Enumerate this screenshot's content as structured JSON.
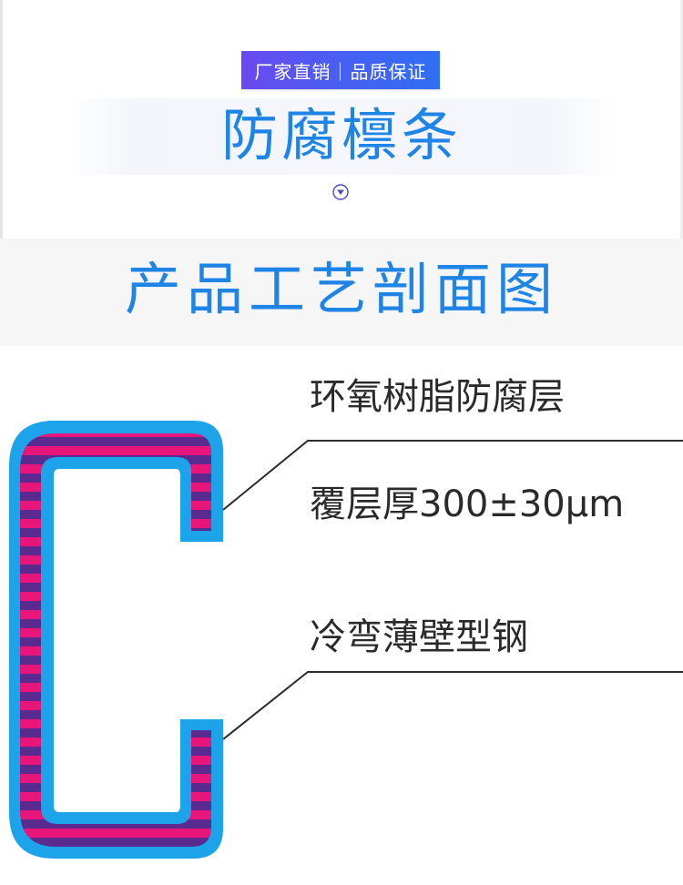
{
  "header": {
    "badge_text": "厂家直销｜品质保证",
    "title": "防腐檩条",
    "down_icon": "chevron-down-circle-icon"
  },
  "section": {
    "title": "产品工艺剖面图"
  },
  "diagram": {
    "labels": [
      "环氧树脂防腐层",
      "覆层厚300±30μm",
      "冷弯薄壁型钢"
    ],
    "colors": {
      "coating": "#1da3ea",
      "stripe_magenta": "#e8157b",
      "stripe_purple": "#5b2a8e",
      "line": "#2b2b2b",
      "title_blue": "#1e84e6",
      "badge_gradient_start": "#6b49f0",
      "badge_gradient_end": "#2f6ff6"
    }
  }
}
